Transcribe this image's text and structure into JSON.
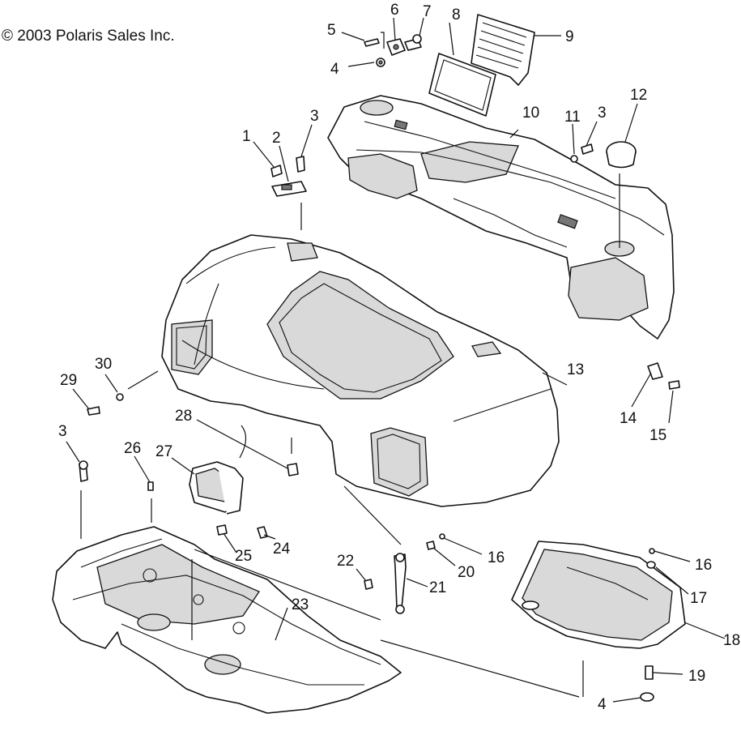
{
  "copyright": "© 2003 Polaris Sales Inc.",
  "callouts": [
    "1",
    "2",
    "3",
    "3",
    "3",
    "4",
    "4",
    "5",
    "6",
    "7",
    "8",
    "9",
    "10",
    "11",
    "12",
    "13",
    "14",
    "15",
    "16",
    "16",
    "17",
    "18",
    "19",
    "20",
    "21",
    "22",
    "23",
    "24",
    "25",
    "26",
    "27",
    "28",
    "29",
    "30"
  ]
}
